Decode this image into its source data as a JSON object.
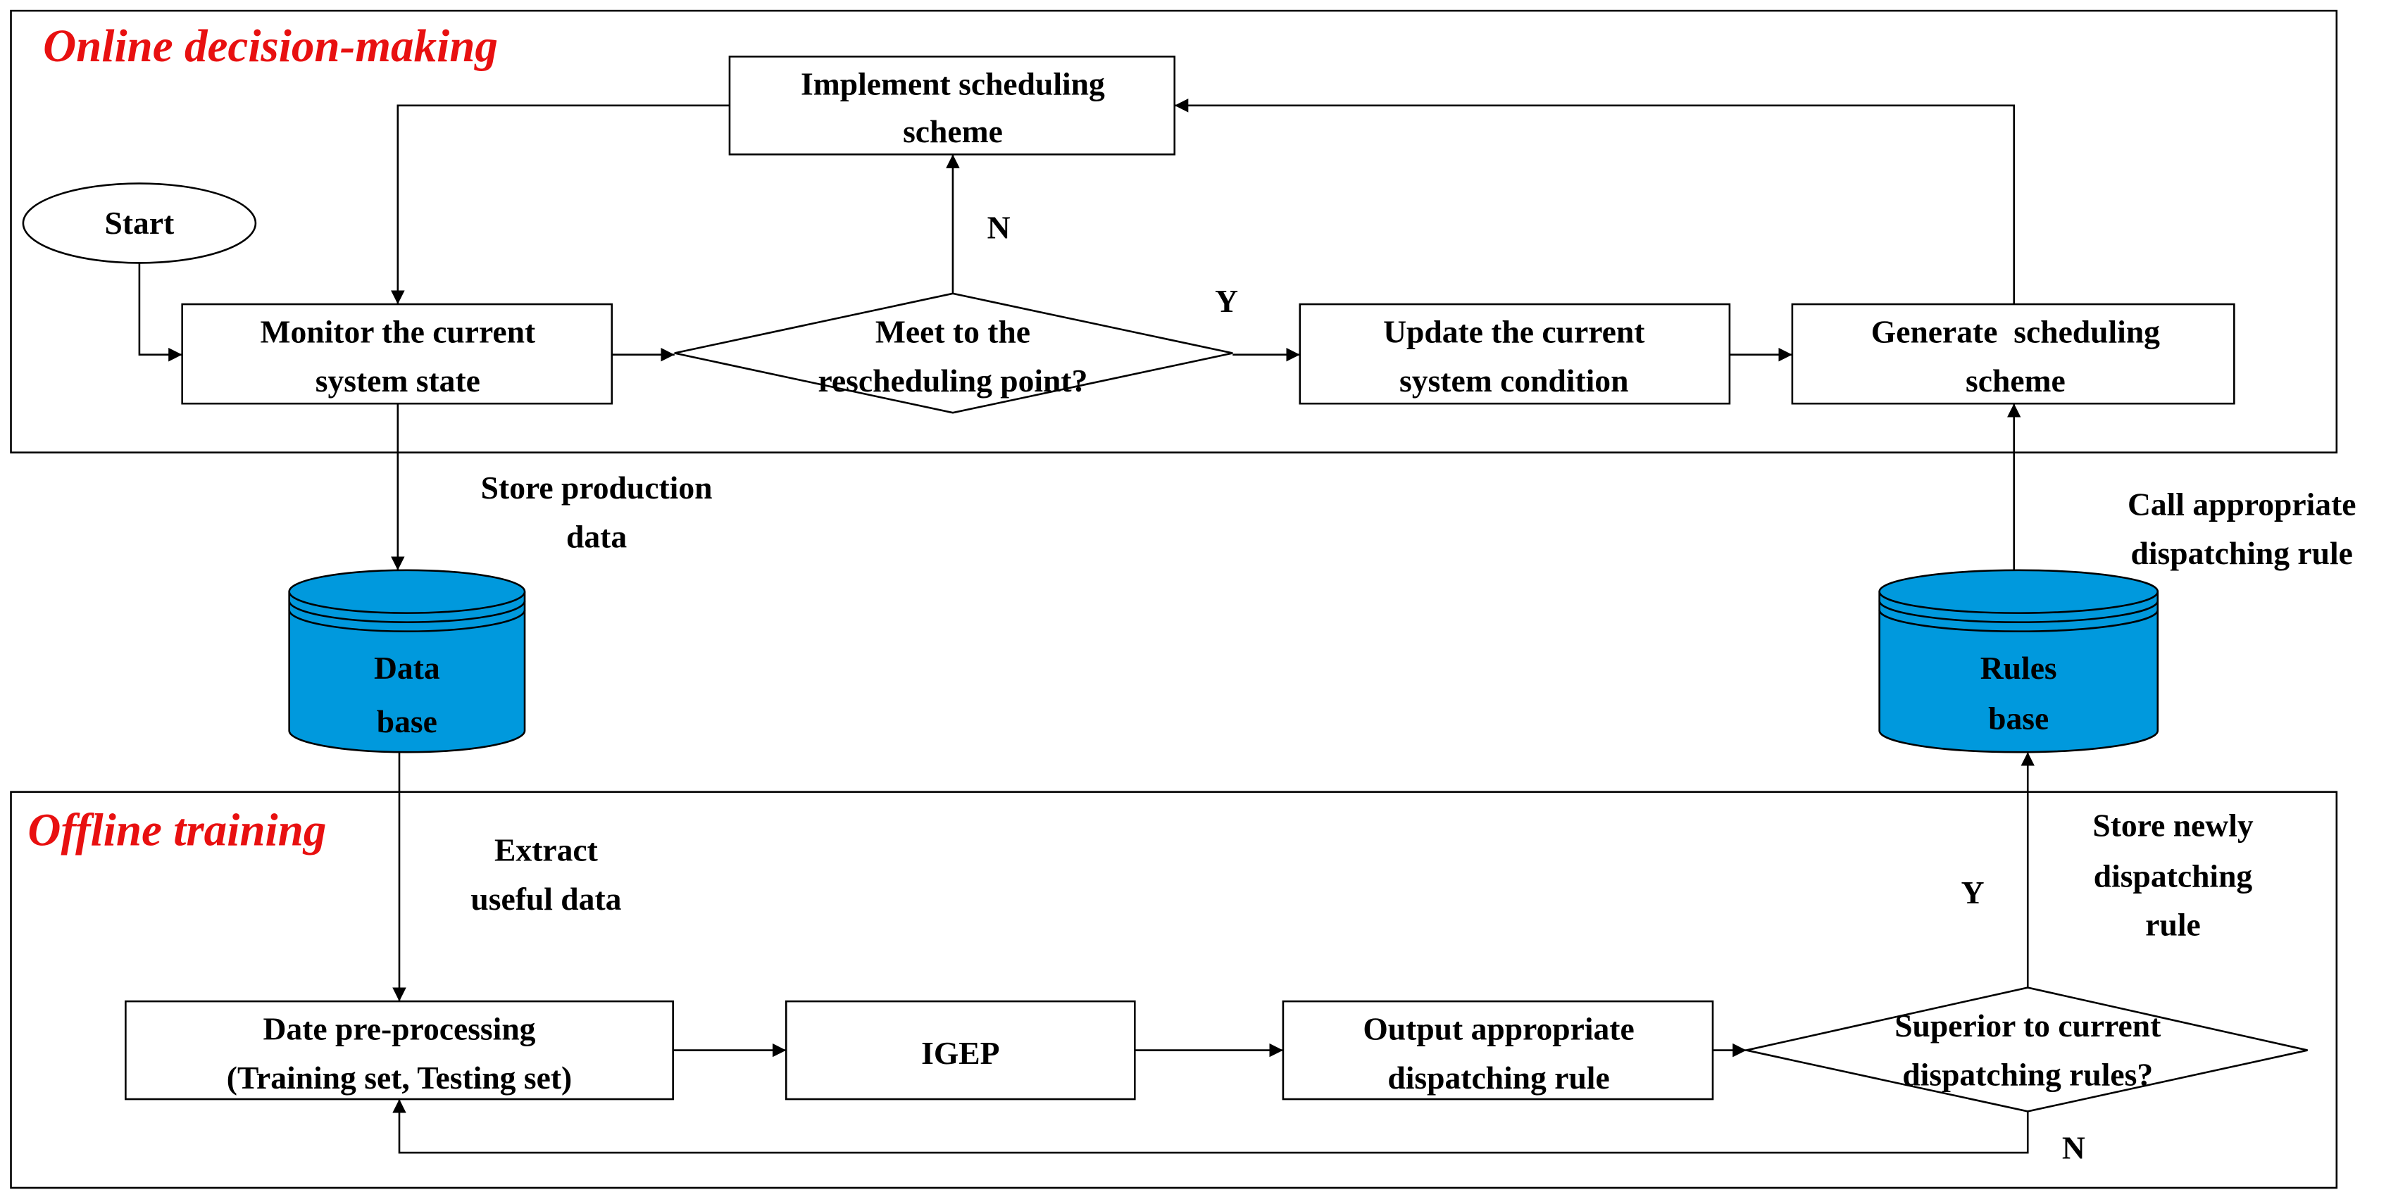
{
  "regions": {
    "online_title": "Online decision-making",
    "offline_title": "Offline training"
  },
  "nodes": {
    "start": "Start",
    "implement": [
      "Implement scheduling",
      "scheme"
    ],
    "monitor": [
      "Monitor the current",
      "system state"
    ],
    "meet_decision": [
      "Meet to the",
      "rescheduling point?"
    ],
    "update": [
      "Update the current",
      "system condition"
    ],
    "generate": [
      "Generate  scheduling",
      "scheme"
    ],
    "database": [
      "Data",
      "base"
    ],
    "rulesbase": [
      "Rules",
      "base"
    ],
    "preprocess": [
      "Date pre-processing",
      "(Training set, Testing set)"
    ],
    "igep": "IGEP",
    "output": [
      "Output appropriate",
      "dispatching rule"
    ],
    "superior_decision": [
      "Superior to current",
      "dispatching rules?"
    ]
  },
  "edge_labels": {
    "n_top": "N",
    "y_top": "Y",
    "store_production": [
      "Store production",
      "data"
    ],
    "call_appropriate": [
      "Call appropriate",
      "dispatching rule"
    ],
    "extract_useful": [
      "Extract",
      "useful data"
    ],
    "store_newly": [
      "Store newly",
      "dispatching",
      "rule"
    ],
    "y_bottom": "Y",
    "n_bottom": "N"
  },
  "colors": {
    "region_title": "#e81010",
    "database_fill": "#0099dd",
    "stroke": "#000000"
  }
}
